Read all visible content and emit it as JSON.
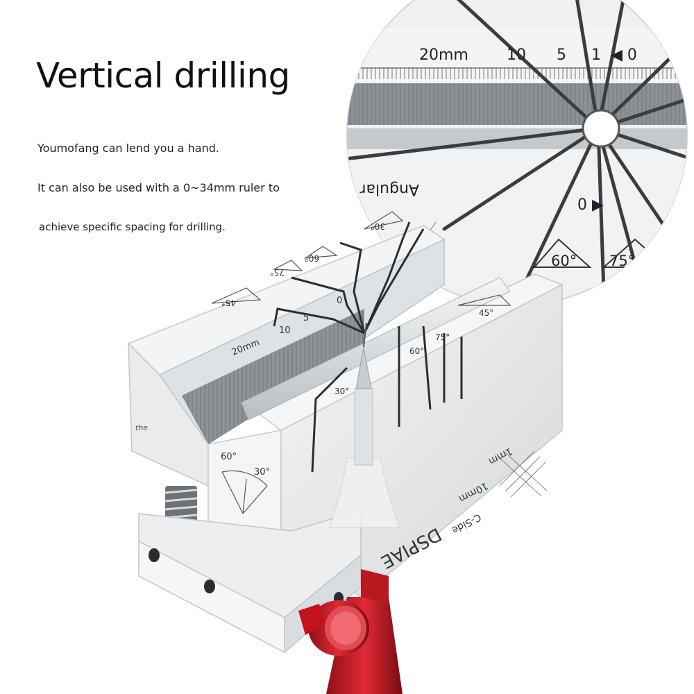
{
  "headline": "Vertical drilling",
  "body_lines": [
    "Youmofang can lend you a hand.",
    "It can also be used with a 0~34mm ruler to",
    "achieve specific spacing for drilling."
  ],
  "zoom_labels": {
    "scale_20mm": "20mm",
    "scale_10": "10",
    "scale_5": "5",
    "scale_1": "1",
    "scale_0_top": "◀ 0",
    "scale_0_bottom": "0 ▶",
    "angular_cut": "Angular cut",
    "angle_60": "60°",
    "angle_75": "75°"
  },
  "jig_labels": {
    "angle_30_top": "30°",
    "angle_60_top": "60°",
    "angle_75_top": "75°",
    "angle_45_left": "45°",
    "scale_20mm": "20mm",
    "scale_10": "10",
    "scale_5": "5",
    "scale_0": "0",
    "angle_45_right": "45°",
    "angle_75_right": "75°",
    "angle_60_right": "60°",
    "angle_30_right": "30°",
    "side_60": "60°",
    "side_30": "30°",
    "mm_1": "1mm",
    "mm_10": "10mm",
    "c_side": "C-Side",
    "brand": "DSPIAE",
    "the": "the"
  },
  "colors": {
    "metal": "#eceeef",
    "metal_shadow": "#c9cdd0",
    "knob_red": "#d6202b",
    "text": "#111111"
  }
}
